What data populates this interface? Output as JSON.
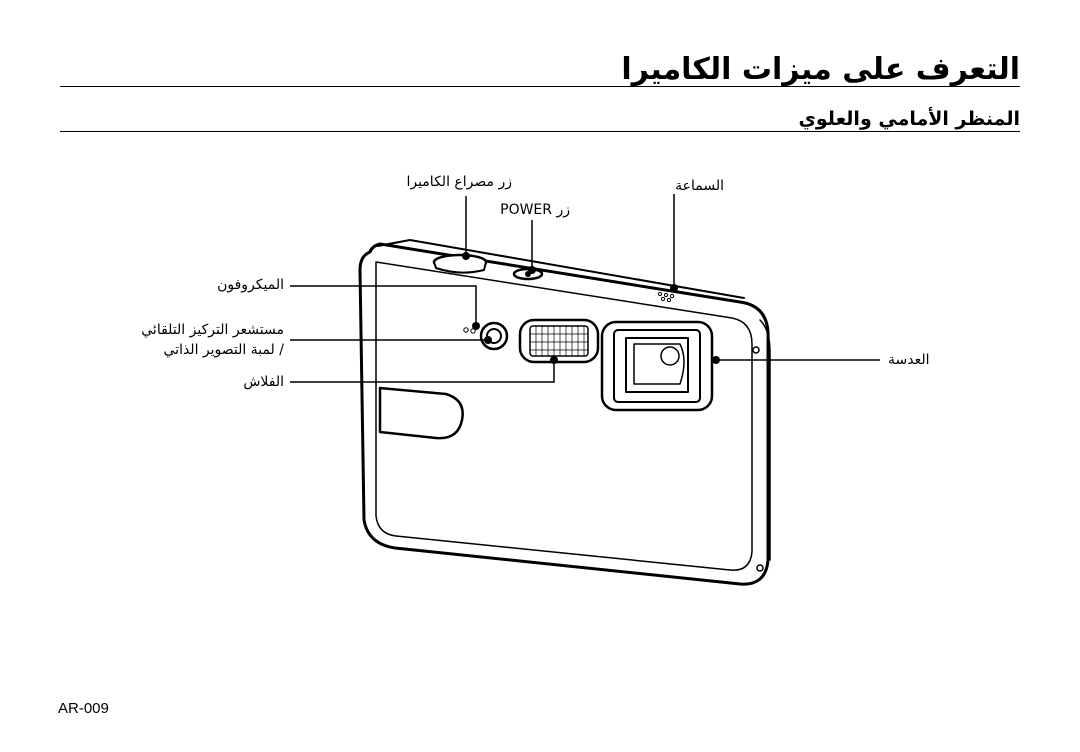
{
  "page": {
    "title": "التعرف على ميزات الكاميرا",
    "subtitle": "المنظر الأمامي والعلوي",
    "page_number": "AR-009"
  },
  "labels": {
    "shutter_button": "زر مصراع الكاميرا",
    "power_button": "زر POWER",
    "speaker": "السماعة",
    "microphone": "الميكروفون",
    "af_sensor_line1": "مستشعر التركيز التلقائي",
    "af_sensor_line2": "/ لمبة التصوير الذاتي",
    "flash": "الفلاش",
    "lens": "العدسة"
  },
  "colors": {
    "line": "#000000",
    "body_fill": "#ffffff"
  }
}
